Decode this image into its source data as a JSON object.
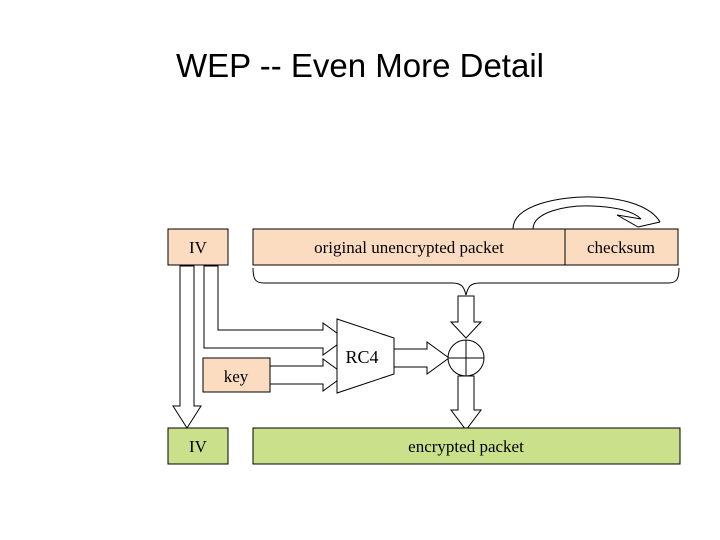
{
  "slide": {
    "title": "WEP -- Even More Detail",
    "background_color": "#ffffff"
  },
  "colors": {
    "plaintext_fill": "#fcdcc1",
    "ciphertext_fill": "#cbe08b",
    "outline": "#000000",
    "arrow_fill": "#ffffff",
    "text": "#000000"
  },
  "diagram": {
    "type": "wep-encryption-dataflow",
    "top_row": {
      "iv_box": {
        "label": "IV",
        "fill": "#fcdcc1"
      },
      "packet_box": {
        "label": "original unencrypted packet",
        "fill": "#fcdcc1"
      },
      "checksum_box": {
        "label": "checksum",
        "fill": "#fcdcc1"
      }
    },
    "key_box": {
      "label": "key",
      "fill": "#fcdcc1"
    },
    "cipher_block": {
      "label": "RC4",
      "shape": "trapezoid"
    },
    "xor_node": {
      "label": "xor",
      "glyph": "+",
      "shape": "circle-plus"
    },
    "bottom_row": {
      "iv_box": {
        "label": "IV",
        "fill": "#cbe08b"
      },
      "encrypted_box": {
        "label": "encrypted packet",
        "fill": "#cbe08b"
      }
    },
    "connectors": [
      {
        "name": "checksum-curved-arrow",
        "from": "packet_box",
        "to": "checksum_box",
        "style": "curved-open-arrow"
      },
      {
        "name": "packet-checksum-brace",
        "from": "packet_box+checksum_box",
        "to": "xor_node",
        "style": "curly-brace"
      },
      {
        "name": "iv-to-rc4-arrow",
        "from": "iv_box",
        "to": "cipher_block",
        "style": "block-arrow"
      },
      {
        "name": "iv-to-bottom-iv-arrow",
        "from": "iv_box",
        "to": "bottom_iv_box",
        "style": "block-arrow-down"
      },
      {
        "name": "key-to-rc4-arrow",
        "from": "key_box",
        "to": "cipher_block",
        "style": "block-arrow"
      },
      {
        "name": "rc4-to-xor-arrow",
        "from": "cipher_block",
        "to": "xor_node",
        "style": "block-arrow"
      },
      {
        "name": "brace-to-xor-arrow",
        "from": "packet-checksum-brace",
        "to": "xor_node",
        "style": "block-arrow-down"
      },
      {
        "name": "xor-to-encrypted-arrow",
        "from": "xor_node",
        "to": "encrypted_box",
        "style": "block-arrow-down"
      }
    ]
  }
}
